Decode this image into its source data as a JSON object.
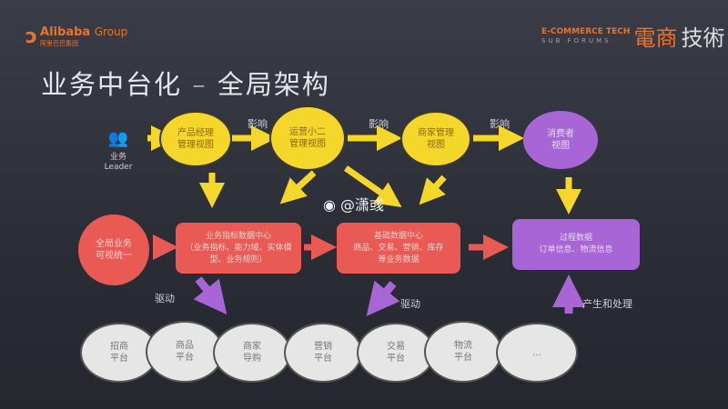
{
  "header": {
    "logo_left": "Alibaba",
    "logo_left_group": "Group",
    "logo_left_sub": "阿里巴巴集团",
    "logo_right_en": "E-COMMERCE TECH",
    "logo_right_en2": "SUB FORUMS",
    "logo_right_cn1": "電商",
    "logo_right_cn2": "技術"
  },
  "title": "业务中台化 – 全局架构",
  "leader": {
    "label1": "业务",
    "label2": "Leader"
  },
  "views": [
    "产品经理\n管理视图",
    "运营小二\n管理视图",
    "商家管理\n视图",
    "消费者\n视图"
  ],
  "influence_labels": [
    "影响",
    "影响",
    "影响"
  ],
  "red_circle": "全局业务\n可视统一",
  "red_boxes": [
    "业务指标数据中心\n（业务指标、能力域、实体模型、业务规则）",
    "基础数据中心\n商品、交易、营销、库存\n等业务数据"
  ],
  "purple_box": "过程数据\n订单信息、物流信息",
  "drive_labels": [
    "驱动",
    "驱动"
  ],
  "produce_label": "产生和处理",
  "platforms": [
    "招商\n平台",
    "商品\n平台",
    "商家\n导购",
    "营销\n平台",
    "交易\n平台",
    "物流\n平台",
    "..."
  ],
  "watermark": "@潇彧",
  "colors": {
    "yellow": "#f5d62a",
    "purple": "#a765d6",
    "red": "#e95a55",
    "gray": "#e6e6e6"
  }
}
